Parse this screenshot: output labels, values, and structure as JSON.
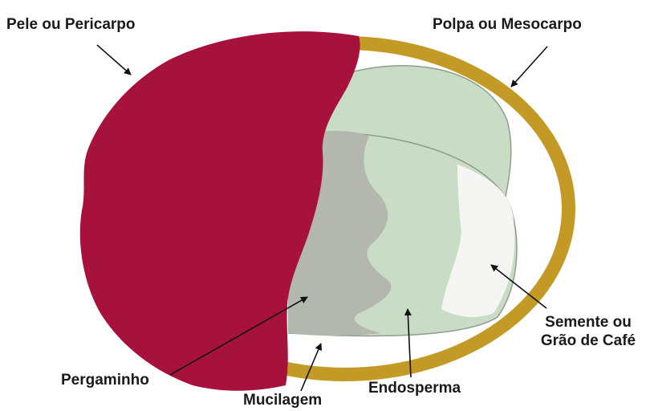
{
  "labels": {
    "pele": "Pele ou Pericarpo",
    "polpa": "Polpa ou Mesocarpo",
    "semente_line1": "Semente ou",
    "semente_line2": "Grão de Café",
    "pergaminho": "Pergaminho",
    "endosperma": "Endosperma",
    "mucilagem": "Mucilagem"
  },
  "colors": {
    "pele": "#a7123d",
    "polpa": "#c49a26",
    "endosperma": "#c9dcc6",
    "pergaminho": "#b3b7ae",
    "semente": "#f5f6f3",
    "outline": "#8e9d8c"
  }
}
